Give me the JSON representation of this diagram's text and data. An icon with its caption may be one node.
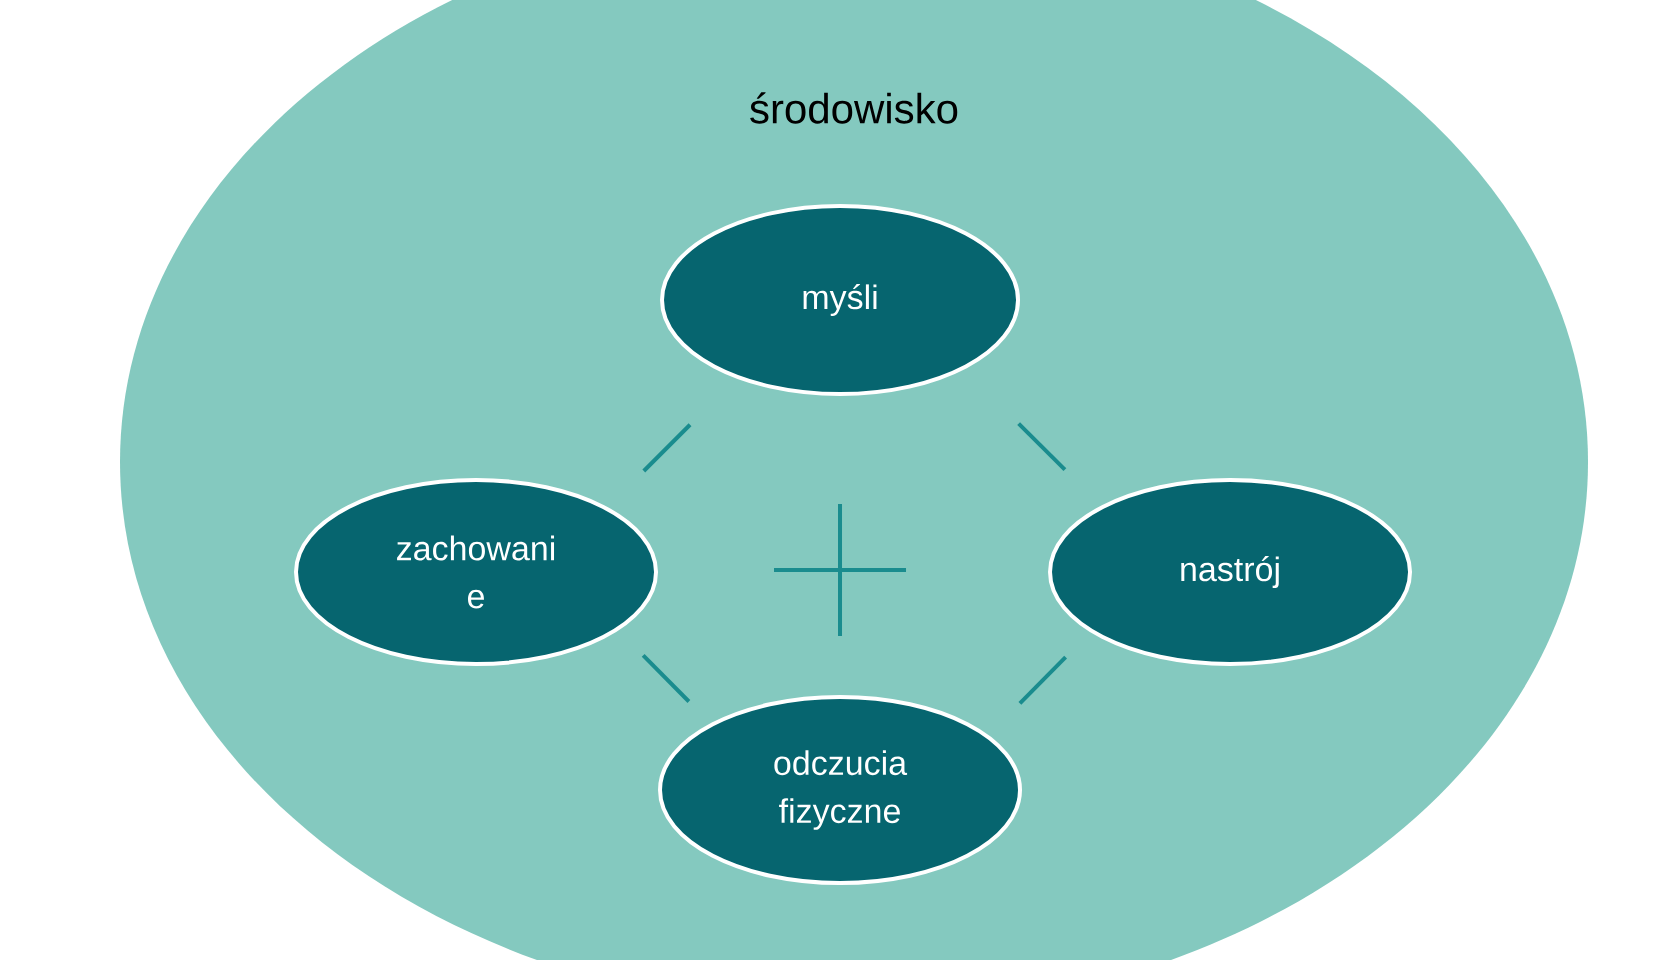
{
  "diagram": {
    "nodes": [
      {
        "text": [
          "środowisko"
        ]
      },
      {
        "text": [
          "myśli"
        ],
        "in": 0
      },
      {
        "text": [
          "zachowani e"
        ],
        "in": 0
      },
      {
        "text": [
          "nastrój"
        ],
        "in": 0
      },
      {
        "text": [
          "odczucia fizyczne"
        ],
        "in": 0
      }
    ],
    "edges": [
      {
        "from": 1,
        "to": 2,
        "arrow": "none"
      },
      {
        "from": 1,
        "to": 3,
        "arrow": "none"
      },
      {
        "from": 2,
        "to": 4,
        "arrow": "none"
      },
      {
        "from": 3,
        "to": 4,
        "arrow": "none"
      }
    ]
  }
}
